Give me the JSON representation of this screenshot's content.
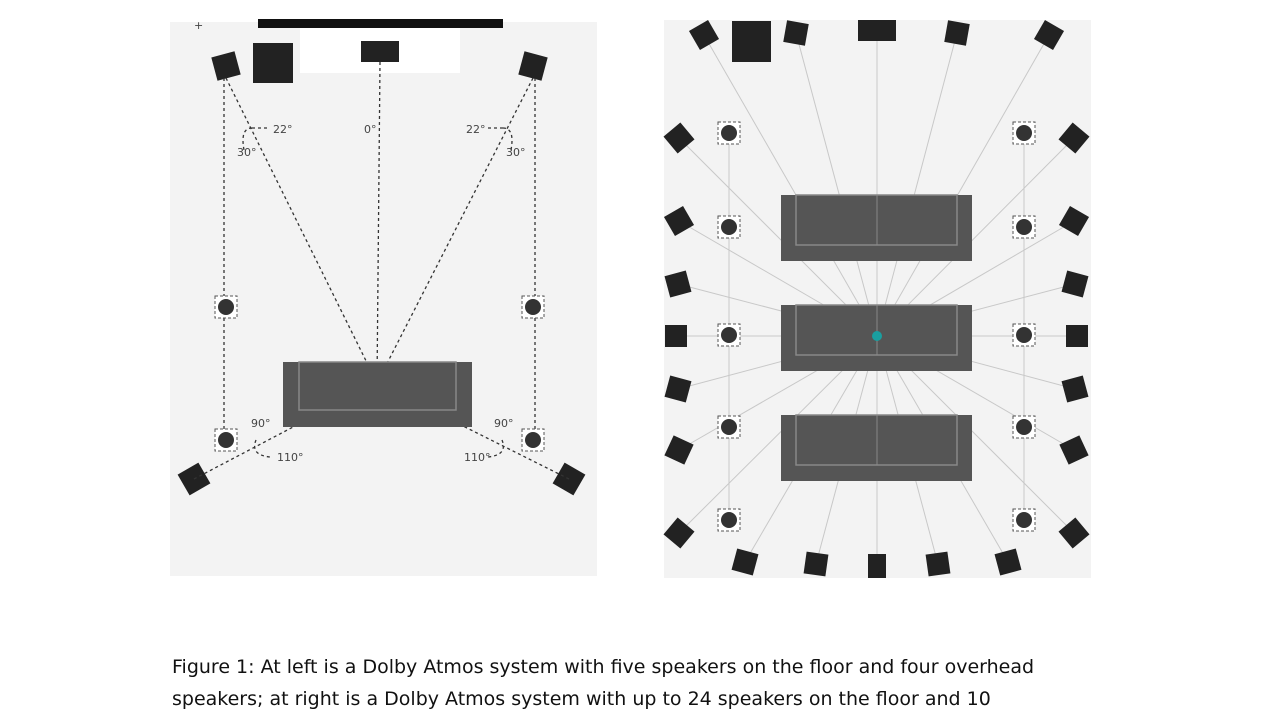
{
  "left_diagram": {
    "angle_labels": {
      "front_left_inner": "22°",
      "front_left_outer": "30°",
      "center": "0°",
      "front_right_inner": "22°",
      "front_right_outer": "30°",
      "rear_left_inner": "90°",
      "rear_left_outer": "110°",
      "rear_right_inner": "90°",
      "rear_right_outer": "110°"
    },
    "floor_speakers": 5,
    "overhead_speakers": 4
  },
  "right_diagram": {
    "floor_speakers": 24,
    "overhead_speakers": 10
  },
  "caption": {
    "line1": "Figure 1: At left is a Dolby Atmos system with five speakers on the floor and four overhead",
    "line2": "speakers; at right is a Dolby Atmos system with up to 24 speakers on the floor and 10"
  },
  "colors": {
    "speaker": "#222222",
    "sofa": "#555555",
    "listener": "#1a9fa0",
    "panel": "#f3f3f3"
  }
}
